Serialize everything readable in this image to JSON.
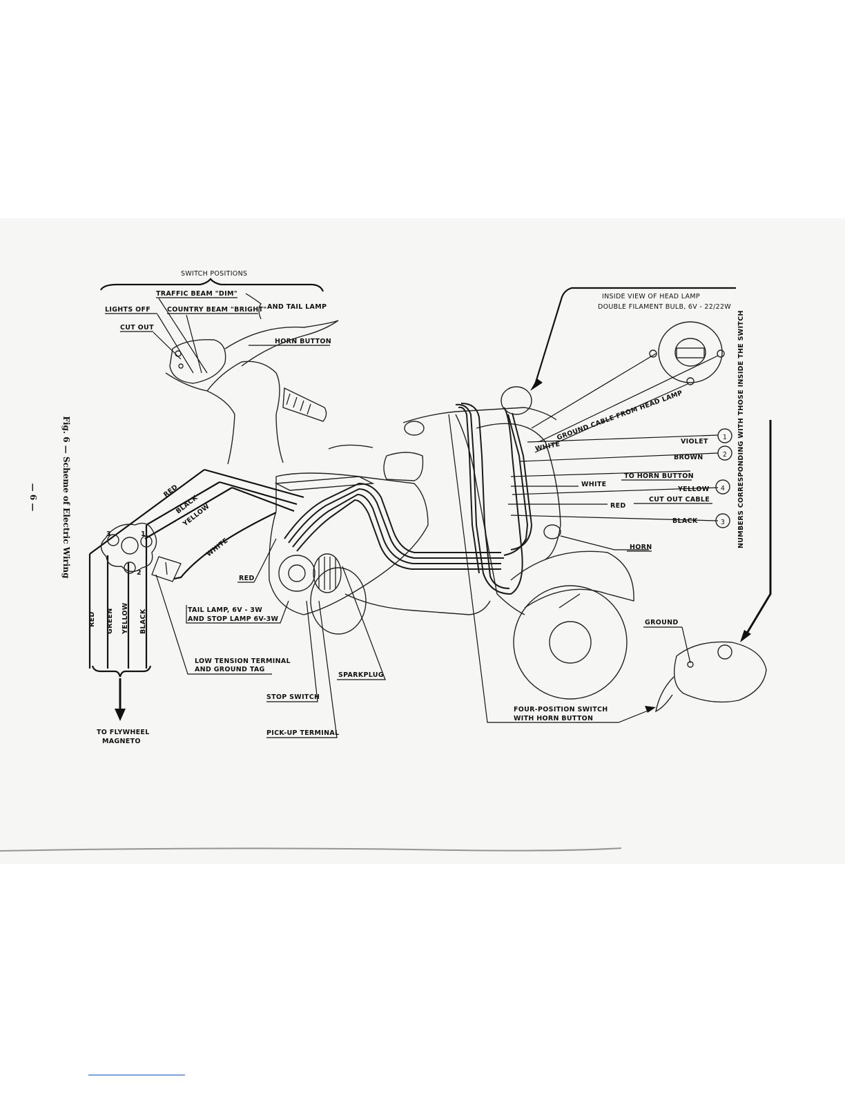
{
  "caption": {
    "figure": "Fig. 6 — Scheme of Electric Wiring",
    "page_number": "— 6 —"
  },
  "switch_diagram": {
    "header": "SWITCH POSITIONS",
    "traffic_beam": "TRAFFIC BEAM \"DIM\"",
    "country_beam": "COUNTRY BEAM \"BRIGHT\"",
    "and_tail_lamp": "AND TAIL LAMP",
    "lights_off": "LIGHTS OFF",
    "cut_out": "CUT OUT",
    "horn_button": "HORN BUTTON"
  },
  "head_lamp": {
    "line1": "INSIDE VIEW OF HEAD LAMP",
    "line2": "DOUBLE FILAMENT BULB, 6V - 22/22W",
    "ground_cable": "GROUND CABLE FROM HEAD LAMP",
    "white": "WHITE"
  },
  "wires_right": [
    {
      "label": "VIOLET",
      "num": "1"
    },
    {
      "label": "BROWN",
      "num": "2"
    },
    {
      "label": "TO HORN BUTTON",
      "num": ""
    },
    {
      "label": "WHITE",
      "num": ""
    },
    {
      "label": "YELLOW",
      "num": "4"
    },
    {
      "label": "CUT OUT CABLE",
      "num": ""
    },
    {
      "label": "RED",
      "num": ""
    },
    {
      "label": "BLACK",
      "num": "3"
    }
  ],
  "horn": "HORN",
  "numbers_note": "NUMBERS CORRESPONDING WITH THOSE INSIDE THE SWITCH",
  "ground": "GROUND",
  "four_position_switch": {
    "line1": "FOUR-POSITION SWITCH",
    "line2": "WITH HORN BUTTON"
  },
  "left_terminal": {
    "wires_top": [
      "RED",
      "BLACK",
      "YELLOW",
      "WHITE"
    ],
    "wires_vertical": [
      "RED",
      "GREEN",
      "YELLOW",
      "BLACK"
    ],
    "terminal_numbers": [
      "1",
      "2",
      "3"
    ],
    "to_flywheel": "TO FLYWHEEL",
    "magneto": "MAGNETO",
    "low_tension_1": "LOW TENSION TERMINAL",
    "low_tension_2": "AND GROUND TAG"
  },
  "engine": {
    "red": "RED",
    "tail_lamp_1": "TAIL LAMP, 6V - 3W",
    "tail_lamp_2": "AND STOP LAMP 6V-3W",
    "sparkplug": "SPARKPLUG",
    "stop_switch": "STOP SWITCH",
    "pickup_terminal": "PICK-UP TERMINAL"
  }
}
